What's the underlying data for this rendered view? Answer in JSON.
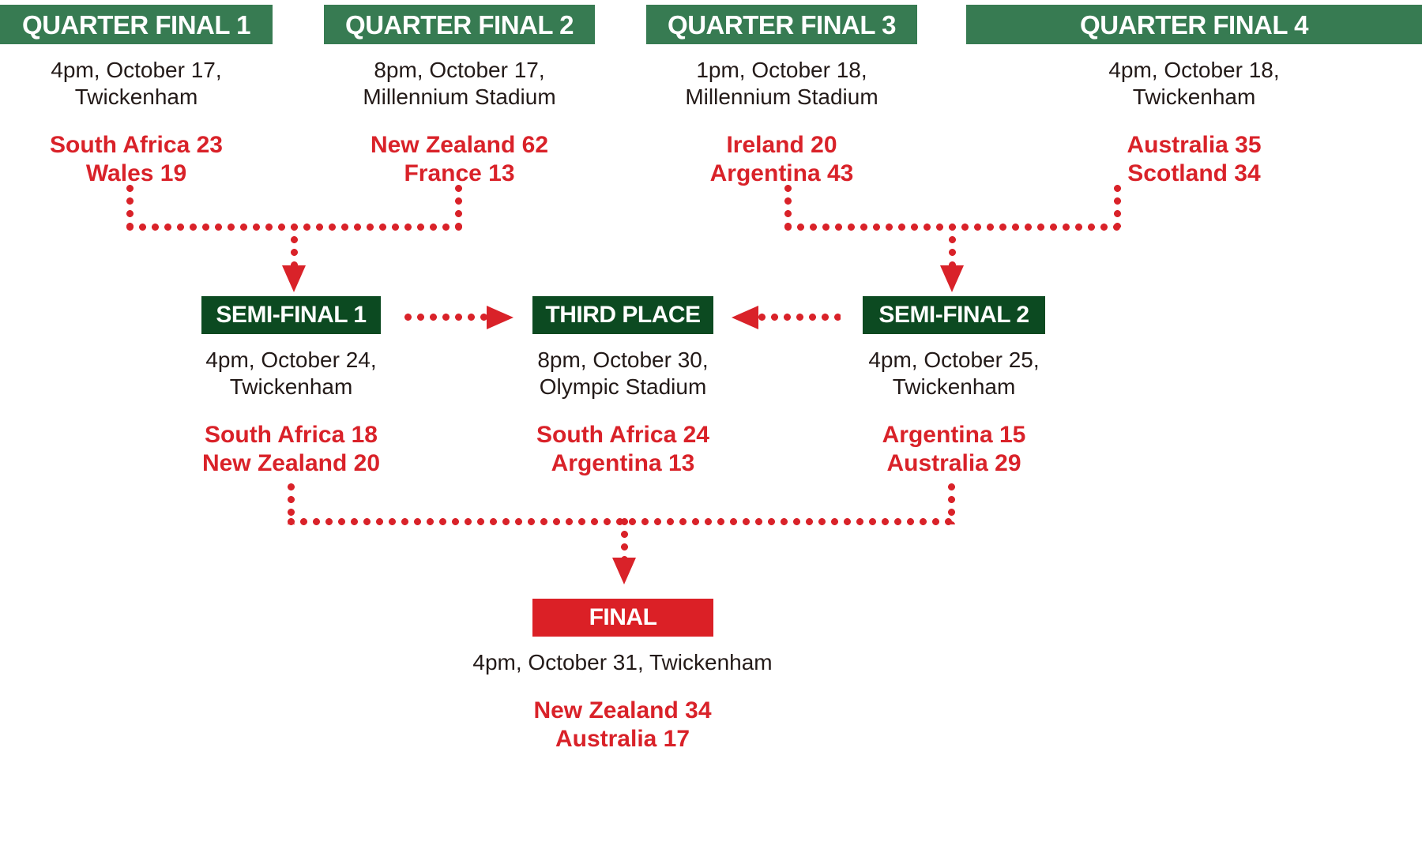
{
  "theme": {
    "quarter_final_green": "#377b52",
    "semi_final_green": "#0c4a21",
    "final_red": "#db2026",
    "score_red": "#d92229",
    "info_text": "#231a18",
    "background": "#ffffff"
  },
  "rounds": {
    "quarter_finals": [
      {
        "title": "QUARTER FINAL 1",
        "info": "4pm, October 17,\nTwickenham",
        "score": "South Africa 23\nWales 19",
        "teams": [
          {
            "name": "South Africa",
            "points": 23,
            "winner": true
          },
          {
            "name": "Wales",
            "points": 19,
            "winner": false
          }
        ]
      },
      {
        "title": "QUARTER FINAL 2",
        "info": "8pm, October 17,\nMillennium Stadium",
        "score": "New Zealand 62\nFrance 13",
        "teams": [
          {
            "name": "New Zealand",
            "points": 62,
            "winner": true
          },
          {
            "name": "France",
            "points": 13,
            "winner": false
          }
        ]
      },
      {
        "title": "QUARTER FINAL 3",
        "info": "1pm, October 18,\nMillennium Stadium",
        "score": "Ireland  20\nArgentina 43",
        "teams": [
          {
            "name": "Ireland",
            "points": 20,
            "winner": false
          },
          {
            "name": "Argentina",
            "points": 43,
            "winner": true
          }
        ]
      },
      {
        "title": "QUARTER FINAL 4",
        "info": "4pm, October 18,\nTwickenham",
        "score": "Australia  35\nScotland 34",
        "teams": [
          {
            "name": "Australia",
            "points": 35,
            "winner": true
          },
          {
            "name": "Scotland",
            "points": 34,
            "winner": false
          }
        ]
      }
    ],
    "semi_finals": [
      {
        "title": "SEMI-FINAL 1",
        "info": "4pm, October 24,\nTwickenham",
        "score": "South Africa 18\nNew Zealand 20",
        "teams": [
          {
            "name": "South Africa",
            "points": 18,
            "winner": false
          },
          {
            "name": "New Zealand",
            "points": 20,
            "winner": true
          }
        ]
      },
      {
        "title": "SEMI-FINAL 2",
        "info": "4pm, October 25,\nTwickenham",
        "score": "Argentina 15\nAustralia 29",
        "teams": [
          {
            "name": "Argentina",
            "points": 15,
            "winner": false
          },
          {
            "name": "Australia",
            "points": 29,
            "winner": true
          }
        ]
      }
    ],
    "third_place": {
      "title": "THIRD PLACE",
      "info": "8pm, October 30,\nOlympic Stadium",
      "score": "South Africa 24\nArgentina 13",
      "teams": [
        {
          "name": "South Africa",
          "points": 24,
          "winner": true
        },
        {
          "name": "Argentina",
          "points": 13,
          "winner": false
        }
      ]
    },
    "final": {
      "title": "FINAL",
      "info": "4pm, October 31, Twickenham",
      "score": "New Zealand 34\nAustralia 17",
      "teams": [
        {
          "name": "New Zealand",
          "points": 34,
          "winner": true
        },
        {
          "name": "Australia",
          "points": 17,
          "winner": false
        }
      ]
    }
  }
}
